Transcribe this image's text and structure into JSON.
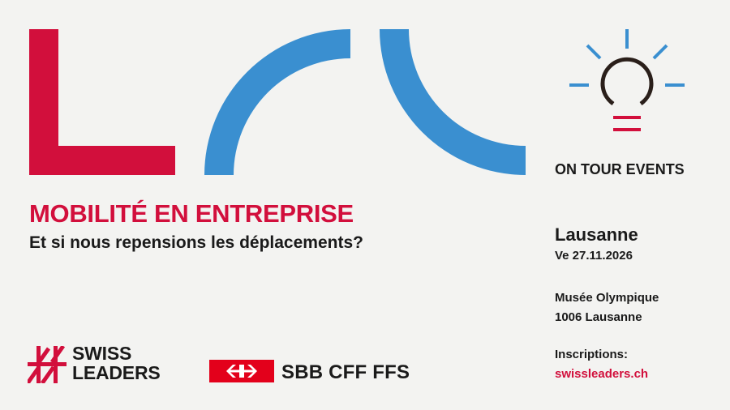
{
  "colors": {
    "brand_red": "#d20f3c",
    "accent_blue": "#3a8fd0",
    "text_dark": "#1a1a1a",
    "sbb_red": "#e3001b",
    "background": "#f3f3f1"
  },
  "graphics": {
    "letter_shapes": [
      "red-l-shape",
      "blue-arc-left",
      "blue-arc-right"
    ],
    "idea_icon": "lightbulb-icon"
  },
  "event": {
    "title": "MOBILITÉ EN ENTREPRISE",
    "subtitle": "Et si nous repensions les déplacements?",
    "series": "ON TOUR EVENTS",
    "city": "Lausanne",
    "date": "Ve 27.11.2026",
    "venue_line1": "Musée Olympique",
    "venue_line2": "1006 Lausanne",
    "registration_label": "Inscriptions:",
    "registration_link": "swissleaders.ch"
  },
  "logos": {
    "swissleaders_line1": "SWISS",
    "swissleaders_line2": "LEADERS",
    "sbb_text": "SBB CFF FFS"
  }
}
